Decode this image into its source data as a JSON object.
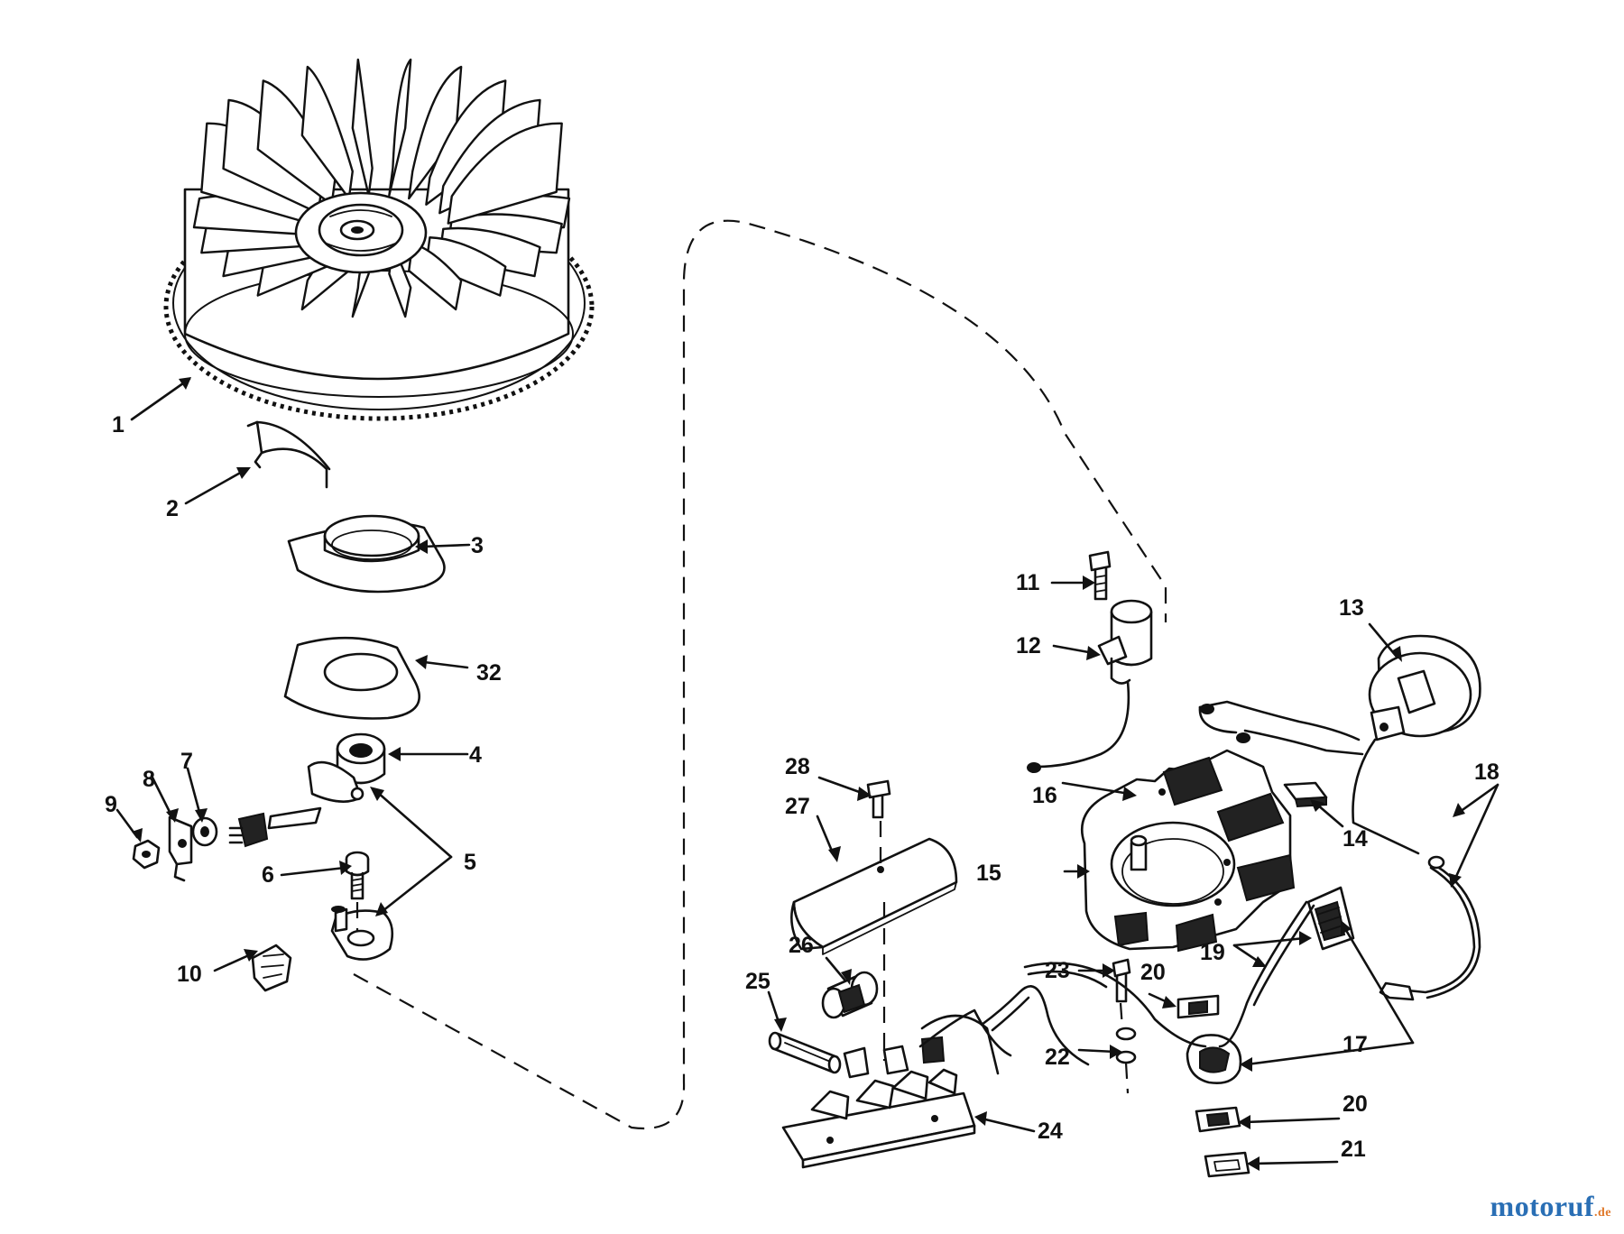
{
  "callouts": {
    "c1": "1",
    "c2": "2",
    "c3": "3",
    "c4": "4",
    "c5": "5",
    "c6": "6",
    "c7": "7",
    "c8": "8",
    "c9": "9",
    "c10": "10",
    "c11": "11",
    "c12": "12",
    "c13": "13",
    "c14": "14",
    "c15": "15",
    "c16": "16",
    "c17": "17",
    "c18": "18",
    "c19": "19",
    "c20a": "20",
    "c20b": "20",
    "c21": "21",
    "c22": "22",
    "c23": "23",
    "c24": "24",
    "c25": "25",
    "c26": "26",
    "c27": "27",
    "c28": "28",
    "c32": "32"
  },
  "watermark": {
    "brand": "motoruf",
    "tld": ".de"
  }
}
